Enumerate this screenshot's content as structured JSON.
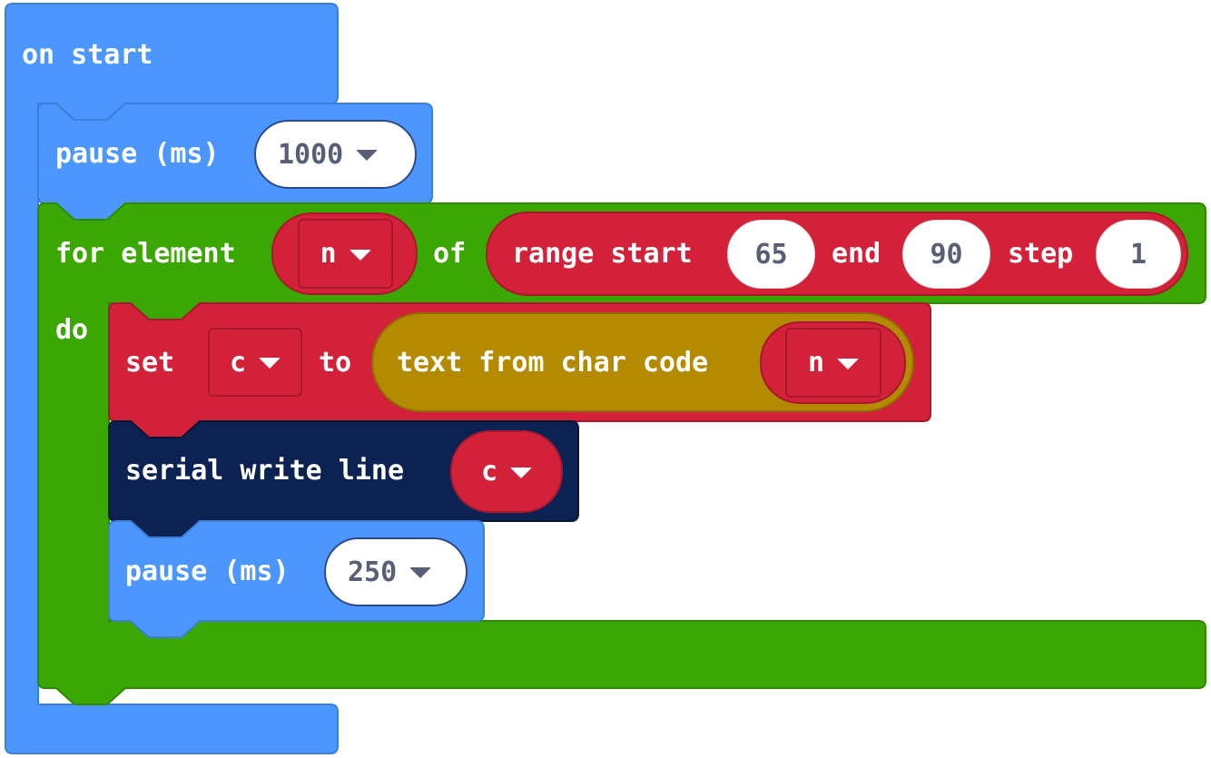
{
  "colors": {
    "basic": "#4c97ff",
    "loops": "#3aa702",
    "variables": "#d22139",
    "text": "#b48a00",
    "serial": "#0b2252",
    "field_text": "#575e75"
  },
  "on_start": {
    "label": "on start"
  },
  "pause_1": {
    "label": "pause (ms)",
    "value": "1000"
  },
  "for_element": {
    "label": "for element",
    "variable": "n",
    "of_label": "of",
    "do_label": "do",
    "range": {
      "label": "range start",
      "start": "65",
      "end_label": "end",
      "end": "90",
      "step_label": "step",
      "step": "1"
    }
  },
  "set_block": {
    "label": "set",
    "variable": "c",
    "to_label": "to",
    "char_code": {
      "label": "text from char code",
      "variable": "n"
    }
  },
  "serial_write": {
    "label": "serial write line",
    "variable": "c"
  },
  "pause_2": {
    "label": "pause (ms)",
    "value": "250"
  }
}
